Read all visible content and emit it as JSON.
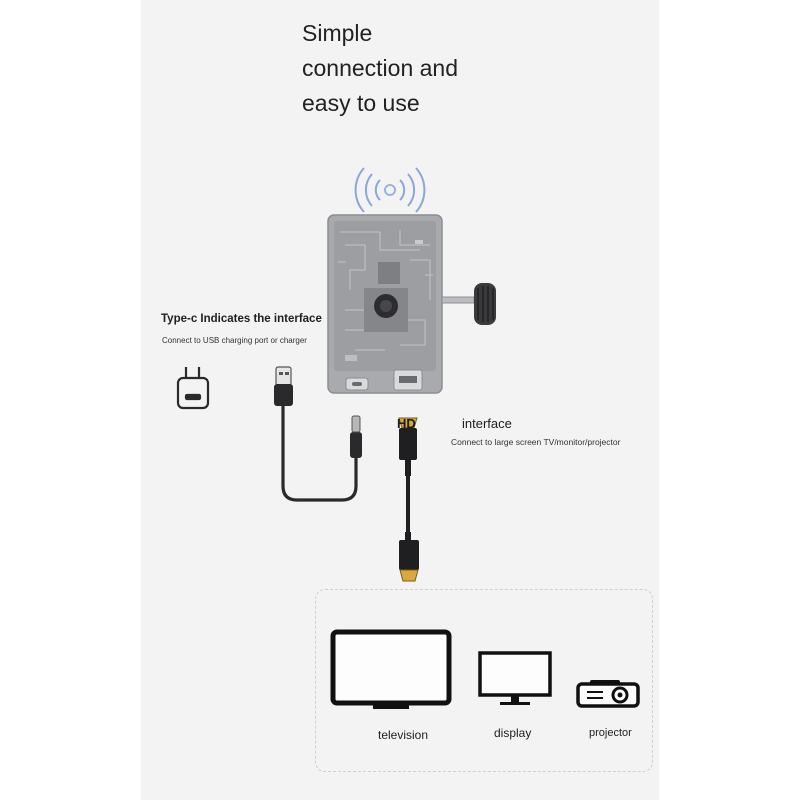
{
  "headline": [
    "Simple",
    "connection and",
    "easy to use"
  ],
  "typec": {
    "title": "Type-c Indicates the interface",
    "subtitle": "Connect to USB charging port or charger"
  },
  "hdmi": {
    "title": "HD",
    "interface_word": "interface",
    "subtitle": "Connect to large screen TV/monitor/projector"
  },
  "devices": [
    {
      "label": "television",
      "icon": "television-icon"
    },
    {
      "label": "display",
      "icon": "monitor-icon"
    },
    {
      "label": "projector",
      "icon": "projector-icon"
    }
  ]
}
